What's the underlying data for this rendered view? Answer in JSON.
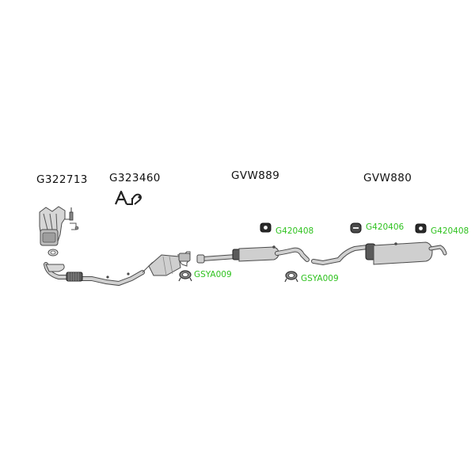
{
  "colors": {
    "background": "#ffffff",
    "part_label": "#111111",
    "accessory_label": "#2fc21f",
    "part_fill": "#c9c9c9",
    "part_stroke": "#4a4a4a",
    "dark_part": "#222222"
  },
  "part_labels": {
    "manifold": "G322713",
    "fitting_kit": "G323460",
    "middle_section": "GVW889",
    "rear_section": "GVW880"
  },
  "accessory_labels": {
    "clamp_front": "GSYA009",
    "clamp_middle": "GSYA009",
    "hanger_middle": "G420408",
    "hanger_rear_left": "G420406",
    "hanger_rear_right": "G420408"
  }
}
